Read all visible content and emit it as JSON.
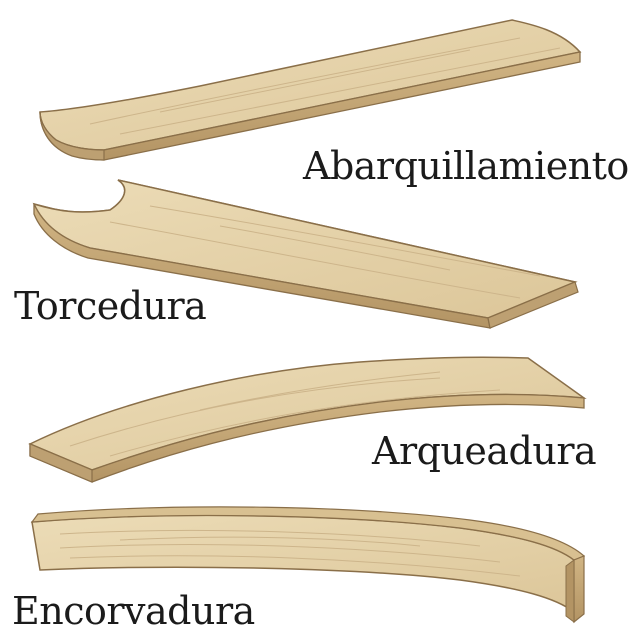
{
  "labels": {
    "cupping": "Abarquillamiento",
    "twist": "Torcedura",
    "crook": "Arqueadura",
    "bow": "Encorvadura"
  },
  "colors": {
    "wood_face": "#e6d4ac",
    "wood_edge": "#c9ad7c",
    "wood_shadow": "#b59769",
    "grain": "#cdb58b",
    "outline": "#8a6f49",
    "text": "#1b1b1b",
    "background": "#ffffff"
  }
}
